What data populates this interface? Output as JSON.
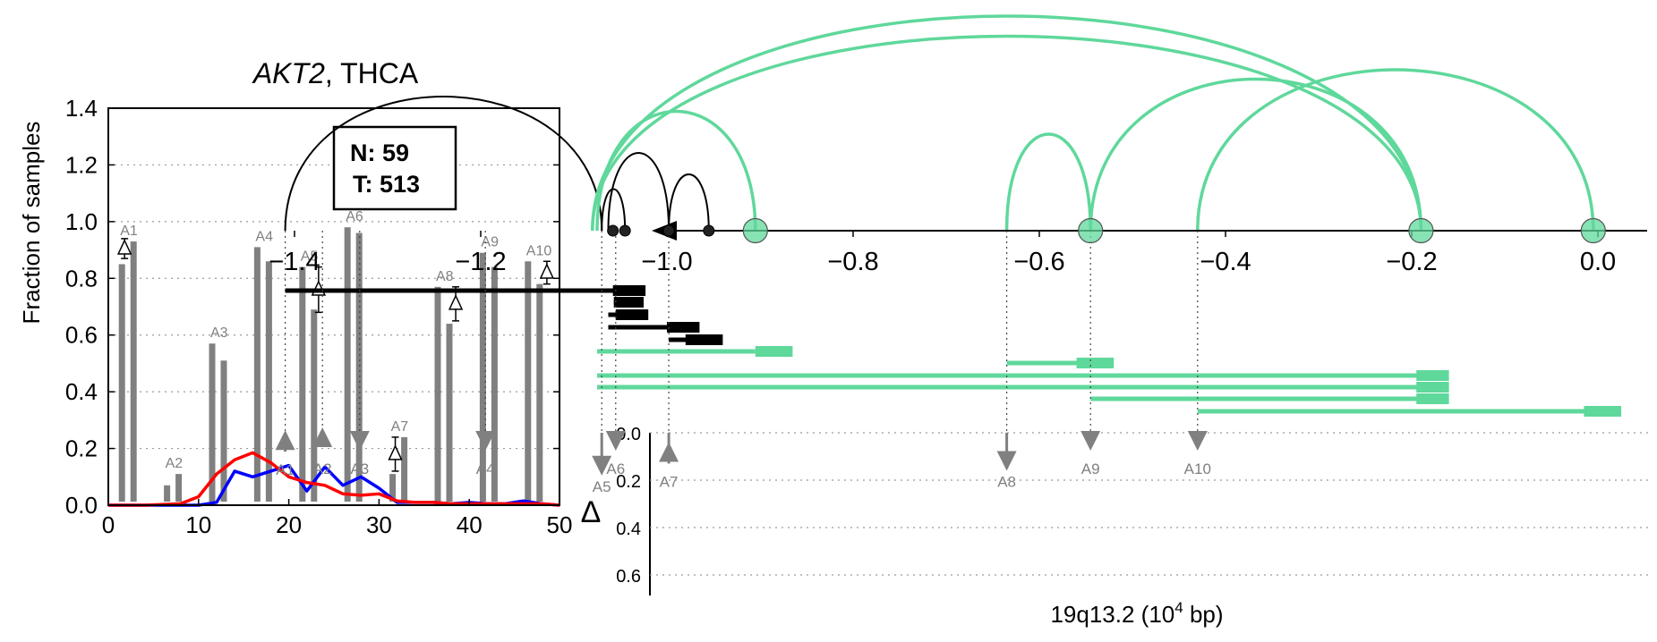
{
  "left_panel": {
    "title_gene": "AKT2",
    "title_sep": ", ",
    "title_cohort": "THCA",
    "ylabel": "Fraction of samples",
    "legend": {
      "n_label": "N: 59",
      "t_label": "T: 513"
    },
    "colors": {
      "bar": "#808080",
      "normal_line": "#0000ff",
      "tumor_line": "#ff0000",
      "label": "#808080"
    }
  },
  "right_panel": {
    "xlabel_main": "19q13.2 (10",
    "xlabel_sup": "4",
    "xlabel_tail": " bp)",
    "delta_label": "Δ",
    "colors": {
      "black_arc": "#000000",
      "green_arc": "#5fd89b",
      "marker": "#808080"
    }
  },
  "chart_data": [
    {
      "type": "bar",
      "title": "AKT2, THCA",
      "xlabel": "",
      "ylabel": "Fraction of samples",
      "xlim": [
        0,
        50
      ],
      "ylim": [
        0,
        1.4
      ],
      "xticks": [
        0,
        10,
        20,
        30,
        40,
        50
      ],
      "yticks": [
        0.0,
        0.2,
        0.4,
        0.6,
        0.8,
        1.0,
        1.2,
        1.4
      ],
      "grid": "horizontal-dotted",
      "bar_pairs": [
        {
          "label": "A1",
          "x": 2.5,
          "normal": 0.85,
          "tumor": 0.93,
          "delta": 0.08
        },
        {
          "label": "A2",
          "x": 7.5,
          "normal": 0.07,
          "tumor": 0.11,
          "delta": null
        },
        {
          "label": "A3",
          "x": 12.5,
          "normal": 0.57,
          "tumor": 0.51,
          "delta": null
        },
        {
          "label": "A4",
          "x": 17.5,
          "normal": 0.91,
          "tumor": 0.86,
          "delta": null
        },
        {
          "label": "A5",
          "x": 22.5,
          "normal": 0.84,
          "tumor": 0.69,
          "delta": 0.15
        },
        {
          "label": "A6",
          "x": 27.5,
          "normal": 0.98,
          "tumor": 0.96,
          "delta": null
        },
        {
          "label": "A7",
          "x": 32.5,
          "normal": 0.11,
          "tumor": 0.24,
          "delta": 0.13
        },
        {
          "label": "A8",
          "x": 37.5,
          "normal": 0.77,
          "tumor": 0.64,
          "delta": 0.13
        },
        {
          "label": "A9",
          "x": 42.5,
          "normal": 0.89,
          "tumor": 0.84,
          "delta": null
        },
        {
          "label": "A10",
          "x": 47.5,
          "normal": 0.86,
          "tumor": 0.78,
          "delta": 0.08
        }
      ],
      "delta_markers": [
        {
          "label": "A1",
          "x": 1.8,
          "y": 0.905,
          "err": 0.035
        },
        {
          "label": "A5",
          "x": 23.3,
          "y": 0.76,
          "err": 0.08
        },
        {
          "label": "A7",
          "x": 31.8,
          "y": 0.18,
          "err": 0.06
        },
        {
          "label": "A8",
          "x": 38.5,
          "y": 0.71,
          "err": 0.06
        },
        {
          "label": "A10",
          "x": 48.6,
          "y": 0.82,
          "err": 0.04
        }
      ],
      "series": [
        {
          "name": "N: 59",
          "color": "#0000ff",
          "x": [
            0,
            4,
            8,
            10,
            12,
            14,
            16,
            18,
            20,
            22,
            24,
            26,
            28,
            30,
            32,
            34,
            36,
            38,
            40,
            42,
            44,
            46,
            48,
            50
          ],
          "y": [
            0,
            0,
            0,
            0,
            0.01,
            0.12,
            0.1,
            0.12,
            0.14,
            0.05,
            0.135,
            0.07,
            0.1,
            0.06,
            0.01,
            0.01,
            0.01,
            0.005,
            0.01,
            0.005,
            0.005,
            0.015,
            0.005,
            0
          ]
        },
        {
          "name": "T: 513",
          "color": "#ff0000",
          "x": [
            0,
            4,
            8,
            10,
            12,
            14,
            16,
            18,
            20,
            22,
            24,
            26,
            28,
            30,
            32,
            34,
            36,
            38,
            40,
            42,
            44,
            46,
            48,
            50
          ],
          "y": [
            0,
            0,
            0.005,
            0.03,
            0.11,
            0.16,
            0.185,
            0.15,
            0.1,
            0.08,
            0.07,
            0.04,
            0.035,
            0.04,
            0.015,
            0.01,
            0.01,
            0.005,
            0.005,
            0.005,
            0.005,
            0.005,
            0.005,
            0
          ]
        }
      ]
    },
    {
      "type": "diagram",
      "xlabel": "19q13.2 (10^4 bp)",
      "xlim": [
        -1.55,
        0.08
      ],
      "xticks": [
        -1.4,
        -1.2,
        -1.0,
        -0.8,
        -0.6,
        -0.4,
        -0.2,
        0.0
      ],
      "delta_ylim": [
        0,
        0.7
      ],
      "delta_yticks": [
        0.0,
        0.2,
        0.4,
        0.6
      ],
      "delta_ylabel": "Δ",
      "site_dots": [
        {
          "x": -1.058,
          "type": "black"
        },
        {
          "x": -1.045,
          "type": "black"
        },
        {
          "x": -0.998,
          "type": "black"
        },
        {
          "x": -0.955,
          "type": "black"
        },
        {
          "x": -0.905,
          "type": "green"
        },
        {
          "x": -0.545,
          "type": "green"
        },
        {
          "x": -0.19,
          "type": "green"
        },
        {
          "x": -0.005,
          "type": "green"
        }
      ],
      "arcs": [
        {
          "from": -1.41,
          "to": -1.07,
          "height": 1.0,
          "color": "black"
        },
        {
          "from": -1.07,
          "to": -1.045,
          "height": 0.31,
          "color": "black"
        },
        {
          "from": -1.063,
          "to": -0.998,
          "height": 0.58,
          "color": "black"
        },
        {
          "from": -0.998,
          "to": -0.955,
          "height": 0.42,
          "color": "black"
        },
        {
          "from": -1.075,
          "to": -0.905,
          "height": 0.89,
          "color": "green"
        },
        {
          "from": -1.08,
          "to": -0.19,
          "height": 1.6,
          "color": "green"
        },
        {
          "from": -1.08,
          "to": -0.19,
          "height": 1.45,
          "color": "green"
        },
        {
          "from": -0.635,
          "to": -0.545,
          "height": 0.72,
          "color": "green"
        },
        {
          "from": -0.545,
          "to": -0.19,
          "height": 1.13,
          "color": "green"
        },
        {
          "from": -0.43,
          "to": -0.005,
          "height": 1.2,
          "color": "green"
        }
      ],
      "isoforms": [
        {
          "start": -1.41,
          "end": -1.045,
          "box": [
            -1.058,
            -1.023
          ],
          "color": "black"
        },
        {
          "start": -1.057,
          "end": -1.04,
          "box": [
            -1.057,
            -1.025
          ],
          "color": "black"
        },
        {
          "start": -1.063,
          "end": -1.035,
          "box": [
            -1.055,
            -1.02
          ],
          "color": "black"
        },
        {
          "start": -1.063,
          "end": -0.998,
          "box": [
            -1.0,
            -0.965
          ],
          "color": "black"
        },
        {
          "start": -0.998,
          "end": -0.955,
          "box": [
            -0.98,
            -0.94
          ],
          "color": "black"
        },
        {
          "start": -1.075,
          "end": -0.905,
          "box": [
            -0.905,
            -0.865
          ],
          "color": "green"
        },
        {
          "start": -0.635,
          "end": -0.545,
          "box": [
            -0.56,
            -0.52
          ],
          "color": "green"
        },
        {
          "start": -1.075,
          "end": -0.19,
          "box": [
            -0.195,
            -0.16
          ],
          "color": "green"
        },
        {
          "start": -1.075,
          "end": -0.19,
          "box": [
            -0.195,
            -0.16
          ],
          "color": "green"
        },
        {
          "start": -0.545,
          "end": -0.19,
          "box": [
            -0.195,
            -0.16
          ],
          "color": "green"
        },
        {
          "start": -0.43,
          "end": -0.005,
          "box": [
            -0.015,
            0.025
          ],
          "color": "green"
        }
      ],
      "delta_markers": [
        {
          "label": "A1",
          "x": -1.41,
          "direction": "up",
          "delta": 0.08
        },
        {
          "label": "A2",
          "x": -1.37,
          "direction": "up",
          "delta": 0.0
        },
        {
          "label": "A3",
          "x": -1.33,
          "direction": "down",
          "delta": 0.0
        },
        {
          "label": "A4",
          "x": -1.195,
          "direction": "down",
          "delta": 0.0
        },
        {
          "label": "A5",
          "x": -1.07,
          "direction": "down",
          "delta": 0.15
        },
        {
          "label": "A6",
          "x": -1.055,
          "direction": "down",
          "delta": 0.0
        },
        {
          "label": "A7",
          "x": -0.998,
          "direction": "up",
          "delta": 0.13
        },
        {
          "label": "A8",
          "x": -0.635,
          "direction": "down",
          "delta": 0.13
        },
        {
          "label": "A9",
          "x": -0.545,
          "direction": "down",
          "delta": 0.0
        },
        {
          "label": "A10",
          "x": -0.43,
          "direction": "down",
          "delta": 0.0
        }
      ]
    }
  ]
}
